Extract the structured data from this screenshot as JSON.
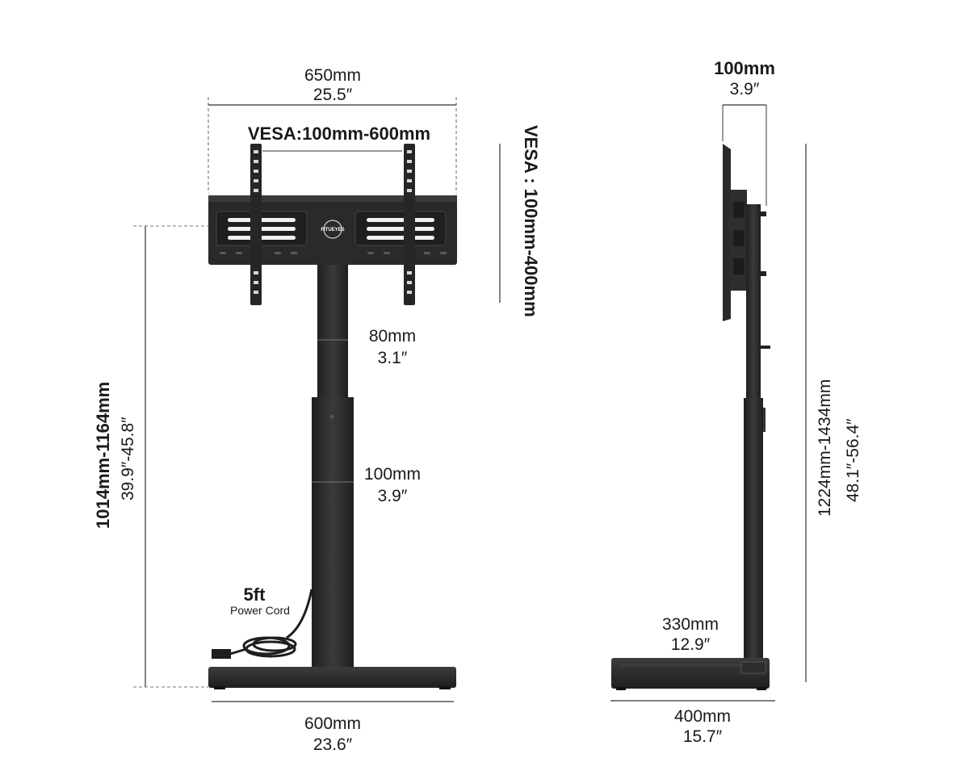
{
  "front": {
    "width_top": {
      "mm": "650mm",
      "in": "25.5″"
    },
    "vesa_horizontal": "VESA:100mm-600mm",
    "vesa_vertical": "VESA : 100mm-400mm",
    "height_range": {
      "mm": "1014mm-1164mm",
      "in": "39.9″-45.8″"
    },
    "adjust_upper": {
      "mm": "80mm",
      "in": "3.1″"
    },
    "adjust_lower": {
      "mm": "100mm",
      "in": "3.9″"
    },
    "cord": {
      "length": "5ft",
      "label": "Power Cord"
    },
    "base_width": {
      "mm": "600mm",
      "in": "23.6″"
    },
    "logo": "FITUEYES"
  },
  "side": {
    "depth_top": {
      "mm": "100mm",
      "in": "3.9″"
    },
    "height_range": {
      "mm": "1224mm-1434mm",
      "in": "48.1″-56.4″"
    },
    "pole_offset": {
      "mm": "330mm",
      "in": "12.9″"
    },
    "base_depth": {
      "mm": "400mm",
      "in": "15.7″"
    }
  },
  "colors": {
    "metal": "#2b2b2b",
    "metal_dark": "#1c1c1c",
    "line": "#333333"
  }
}
